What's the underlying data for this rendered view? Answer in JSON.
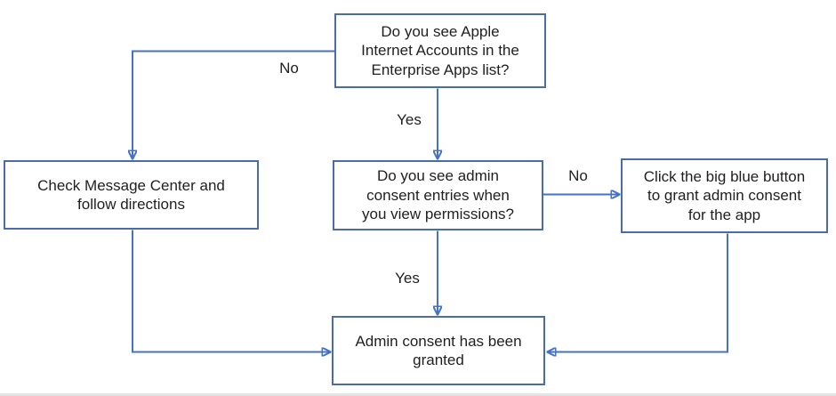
{
  "colors": {
    "box_border": "#4a6da7",
    "connector": "#4472c4",
    "text": "#1f1f1f",
    "background": "#ffffff"
  },
  "nodes": {
    "apple_accounts_question": {
      "text": "Do you see Apple\nInternet Accounts in the\nEnterprise Apps list?"
    },
    "check_message_center": {
      "text": "Check Message Center and\nfollow directions"
    },
    "admin_consent_question": {
      "text": "Do you see admin\nconsent entries when\nyou view permissions?"
    },
    "grant_admin_consent": {
      "text": "Click the big blue button\nto grant admin consent\nfor the app"
    },
    "consent_granted": {
      "text": "Admin consent has been\ngranted"
    }
  },
  "edge_labels": {
    "no_apple_accounts": "No",
    "yes_apple_accounts": "Yes",
    "no_admin_entries": "No",
    "yes_admin_entries": "Yes"
  }
}
